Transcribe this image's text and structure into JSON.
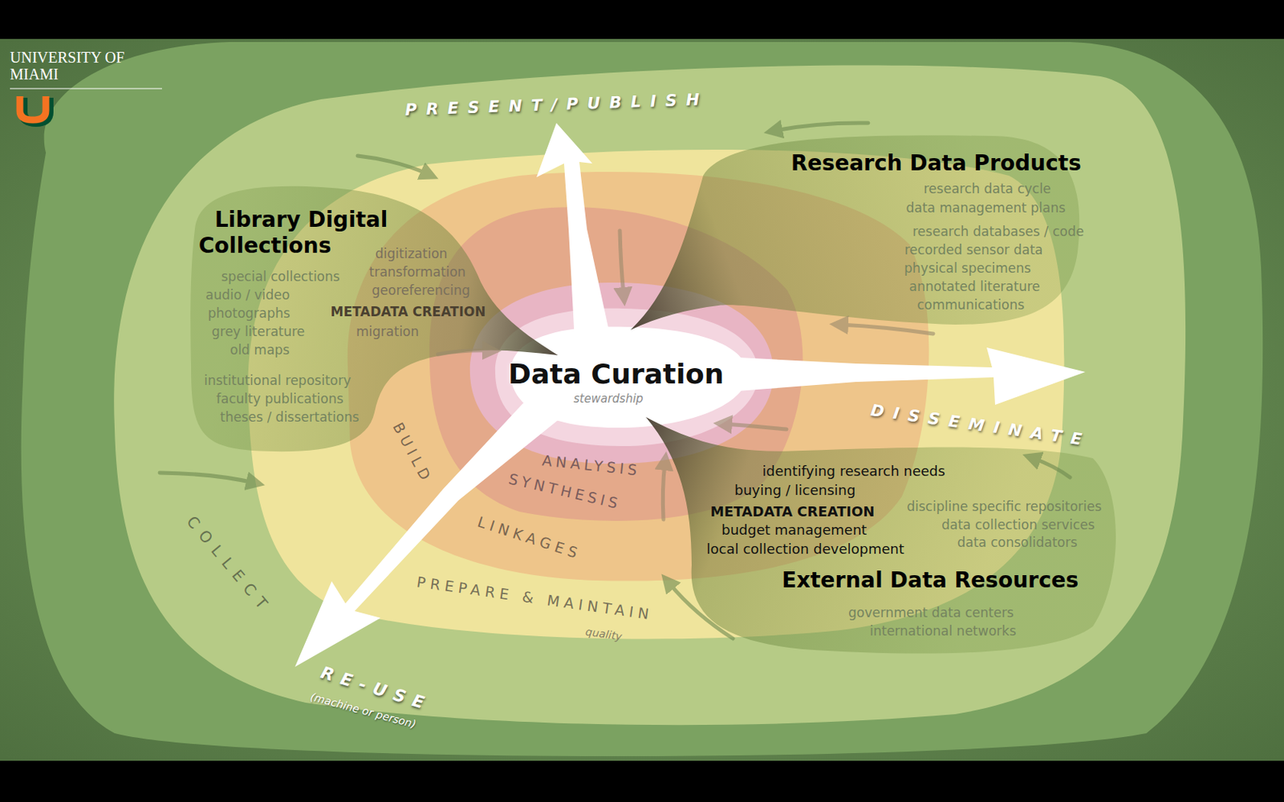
{
  "diagram": {
    "nodes": [
      {
        "text": [
          "Data Curation",
          "stewardship"
        ]
      },
      {
        "text": [
          "Library Digital Collections",
          "special collections",
          "audio / video",
          "photographs",
          "grey literature",
          "old maps",
          "institutional repository",
          "faculty publications",
          "theses / dissertations",
          "digitization",
          "transformation",
          "georeferencing",
          "METADATA CREATION",
          "migration"
        ]
      },
      {
        "text": [
          "Research Data Products",
          "research data cycle",
          "data management plans",
          "research databases / code",
          "recorded sensor data",
          "physical specimens",
          "annotated literature",
          "communications"
        ]
      },
      {
        "text": [
          "External Data Resources",
          "identifying research needs",
          "buying / licensing",
          "METADATA CREATION",
          "budget management",
          "local collection development",
          "discipline specific repositories",
          "data collection services",
          "data consolidators",
          "government data centers",
          "international networks"
        ]
      }
    ],
    "labels": [
      "UNIVERSITY OF MIAMI",
      "PRESENT/PUBLISH",
      "DISSEMINATE",
      "RE-USE",
      "(machine or person)",
      "COLLECT",
      "PREPARE & MAINTAIN",
      "quality",
      "BUILD",
      "LINKAGES",
      "SYNTHESIS",
      "ANALYSIS"
    ]
  }
}
